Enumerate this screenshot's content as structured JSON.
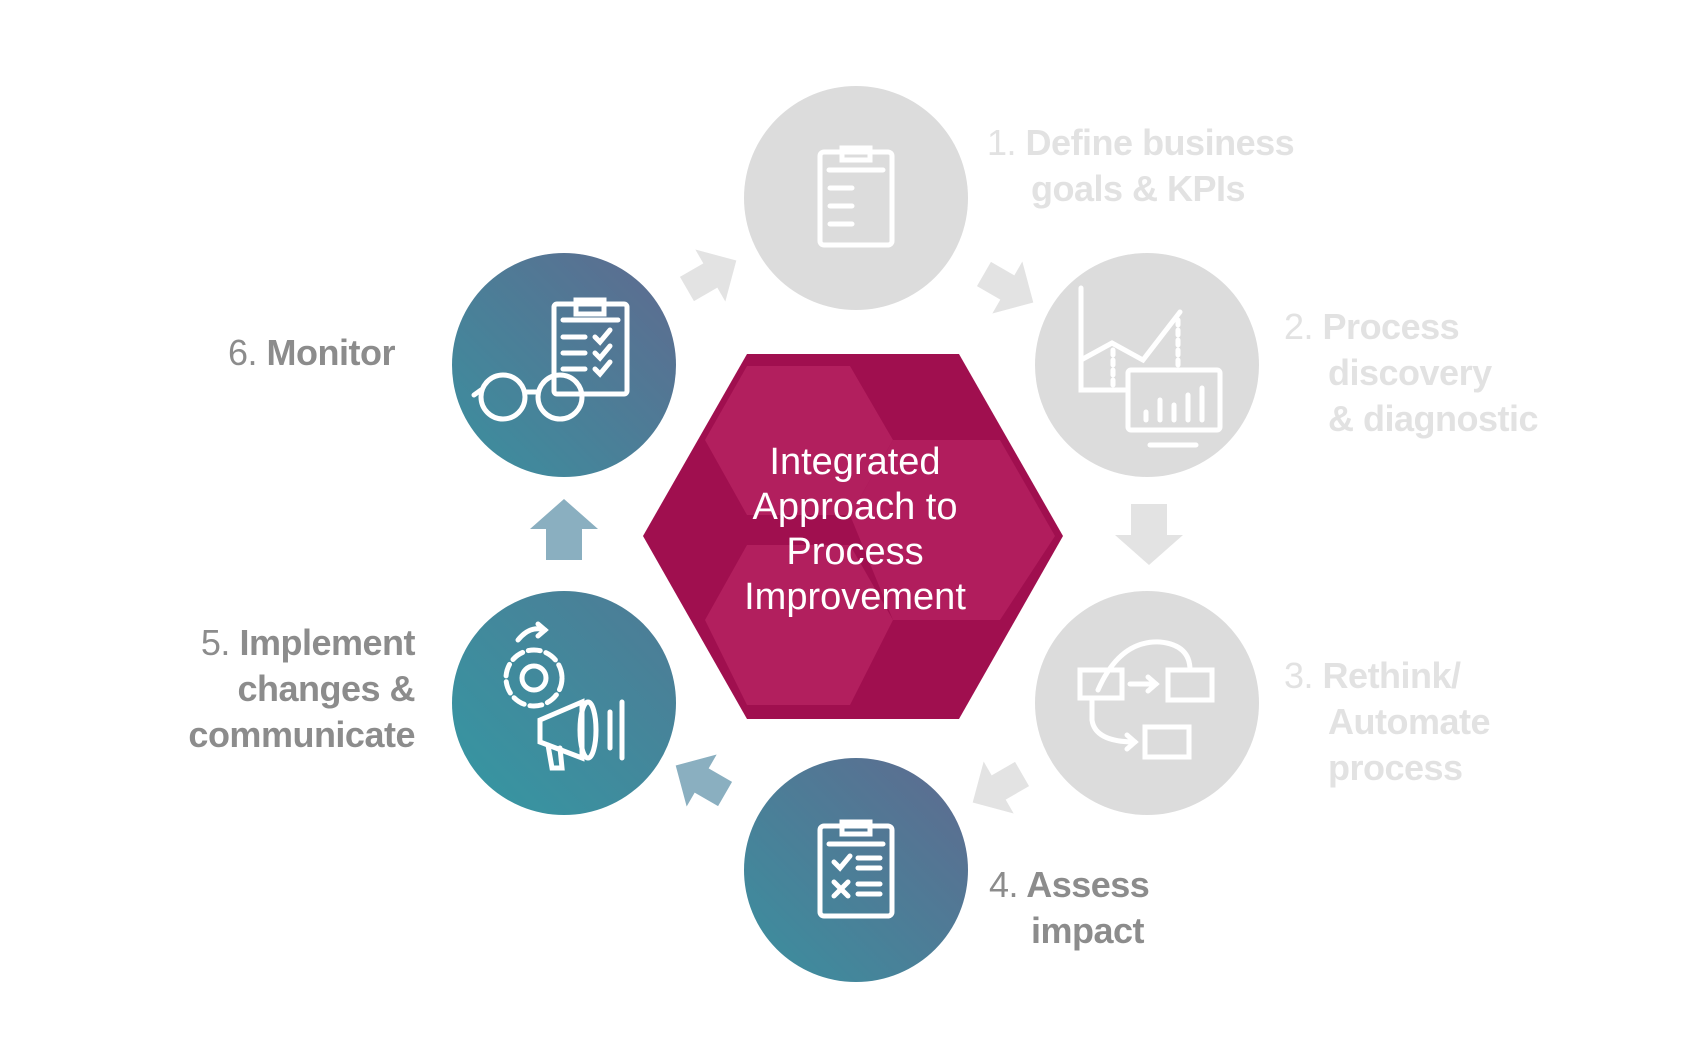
{
  "center": {
    "lines": [
      "Integrated",
      "Approach to",
      "Process",
      "Improvement"
    ]
  },
  "steps": [
    {
      "number": "1.",
      "lines": [
        "Define business",
        "goals & KPIs"
      ],
      "icon": "clipboard-list-icon",
      "state": "inactive"
    },
    {
      "number": "2.",
      "lines": [
        "Process",
        "discovery",
        "& diagnostic"
      ],
      "icon": "chart-monitor-icon",
      "state": "inactive"
    },
    {
      "number": "3.",
      "lines": [
        "Rethink/",
        "Automate",
        "process"
      ],
      "icon": "workflow-icon",
      "state": "inactive"
    },
    {
      "number": "4.",
      "lines": [
        "Assess",
        "impact"
      ],
      "icon": "checklist-check-x-icon",
      "state": "active"
    },
    {
      "number": "5.",
      "lines": [
        "Implement",
        "changes &",
        "communicate"
      ],
      "icon": "gear-megaphone-icon",
      "state": "active"
    },
    {
      "number": "6.",
      "lines": [
        "Monitor"
      ],
      "icon": "glasses-checklist-icon",
      "state": "active"
    }
  ],
  "colors": {
    "hexagon": "#a00f4f",
    "hexagon_light": "#b21f5e",
    "inactive_circle": "#dcdcdc",
    "active_start": "#3a909f",
    "active_end": "#5f6a8f",
    "inactive_arrow": "#e3e3e3",
    "active_arrow": "#8aafc0"
  }
}
